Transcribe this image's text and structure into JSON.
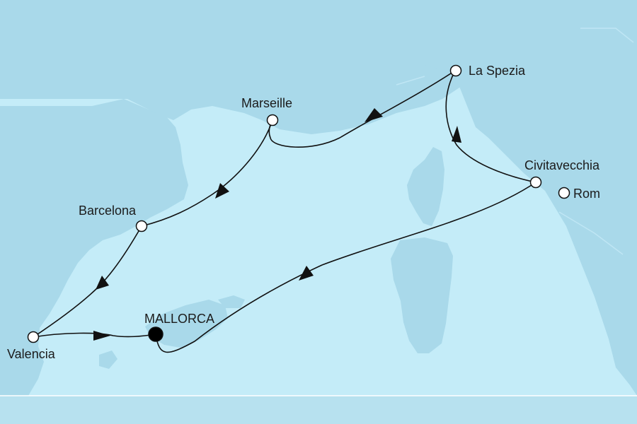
{
  "map": {
    "colors": {
      "sea": "#c4ecf8",
      "land": "#a9d9ea",
      "route": "#111111",
      "port_fill": "#ffffff",
      "home_port_fill": "#000000",
      "bottom_band": "#b7e1ef"
    },
    "ports": {
      "la_spezia": "La Spezia",
      "marseille": "Marseille",
      "civitavecchia": "Civitavecchia",
      "rom": "Rom",
      "barcelona": "Barcelona",
      "mallorca": "MALLORCA",
      "valencia": "Valencia"
    }
  }
}
